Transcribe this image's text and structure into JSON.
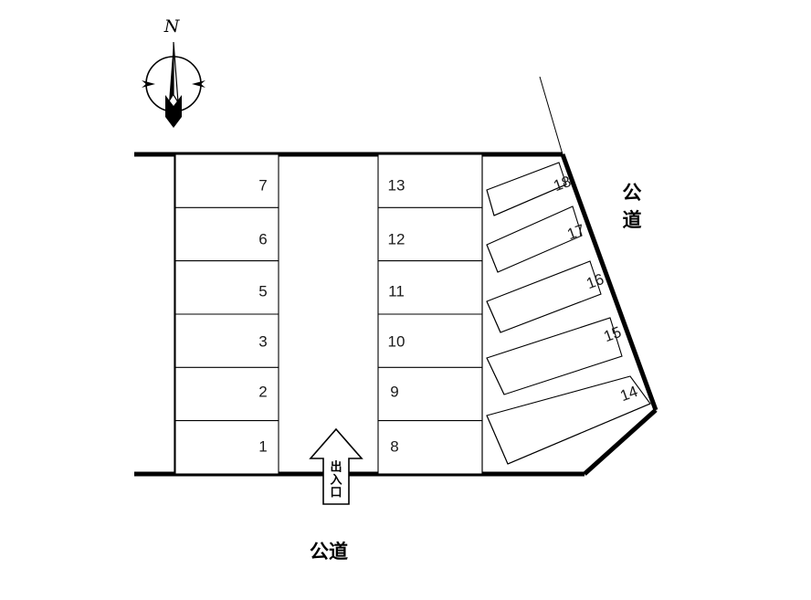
{
  "document": {
    "title": "駐車場区画図",
    "type": "parking-lot-site-plan"
  },
  "compass": {
    "north_label": "N",
    "name": "north-arrow"
  },
  "labels": {
    "public_road_right": "公道",
    "public_road_bottom": "公道",
    "entrance": "出入口"
  },
  "colors": {
    "line": "#000000",
    "fill": "#ffffff",
    "text": "#1a1a1a"
  },
  "stalls": {
    "left_column": [
      {
        "id": "7",
        "label": "7"
      },
      {
        "id": "6",
        "label": "6"
      },
      {
        "id": "5",
        "label": "5"
      },
      {
        "id": "3",
        "label": "3"
      },
      {
        "id": "2",
        "label": "2"
      },
      {
        "id": "1",
        "label": "1"
      }
    ],
    "middle_column": [
      {
        "id": "13",
        "label": "13"
      },
      {
        "id": "12",
        "label": "12"
      },
      {
        "id": "11",
        "label": "11"
      },
      {
        "id": "10",
        "label": "10"
      },
      {
        "id": "9",
        "label": "9"
      },
      {
        "id": "8",
        "label": "8"
      }
    ],
    "angled_column": [
      {
        "id": "18",
        "label": "18"
      },
      {
        "id": "17",
        "label": "17"
      },
      {
        "id": "16",
        "label": "16"
      },
      {
        "id": "15",
        "label": "15"
      },
      {
        "id": "14",
        "label": "14"
      }
    ]
  },
  "counts": {
    "total_stalls": 17
  }
}
